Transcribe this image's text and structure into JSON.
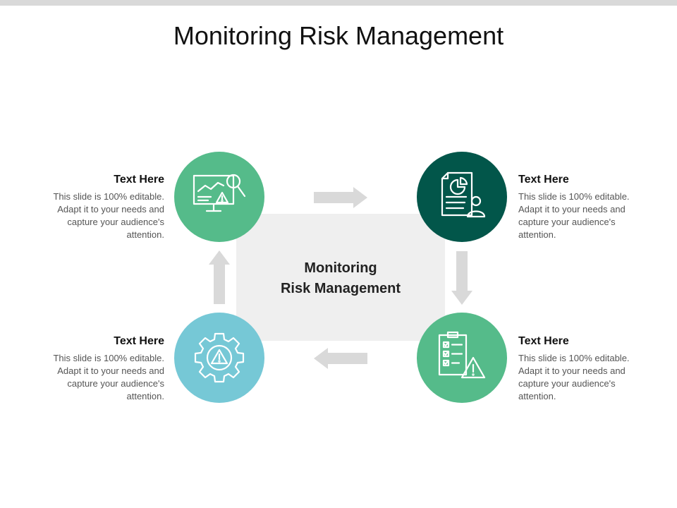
{
  "slide": {
    "title": "Monitoring Risk Management",
    "center": {
      "line1": "Monitoring",
      "line2": "Risk Management"
    },
    "colors": {
      "green": "#55bb8a",
      "dark_teal": "#02564a",
      "light_blue": "#76c8d6",
      "arrow_gray": "#d9d9d9",
      "box_gray": "#efefef"
    },
    "items": [
      {
        "heading": "Text Here",
        "body": "This slide is 100% editable. Adapt it to your needs and capture your audience's attention.",
        "icon": "monitor-chart-magnifier-warning-icon"
      },
      {
        "heading": "Text Here",
        "body": "This slide is 100% editable. Adapt it to your needs and capture your audience's attention.",
        "icon": "report-user-icon"
      },
      {
        "heading": "Text Here",
        "body": "This slide is 100% editable. Adapt it to your needs and capture your audience's attention.",
        "icon": "gear-warning-icon"
      },
      {
        "heading": "Text Here",
        "body": "This slide is 100% editable. Adapt it to your needs and capture your audience's attention.",
        "icon": "checklist-warning-icon"
      }
    ]
  }
}
